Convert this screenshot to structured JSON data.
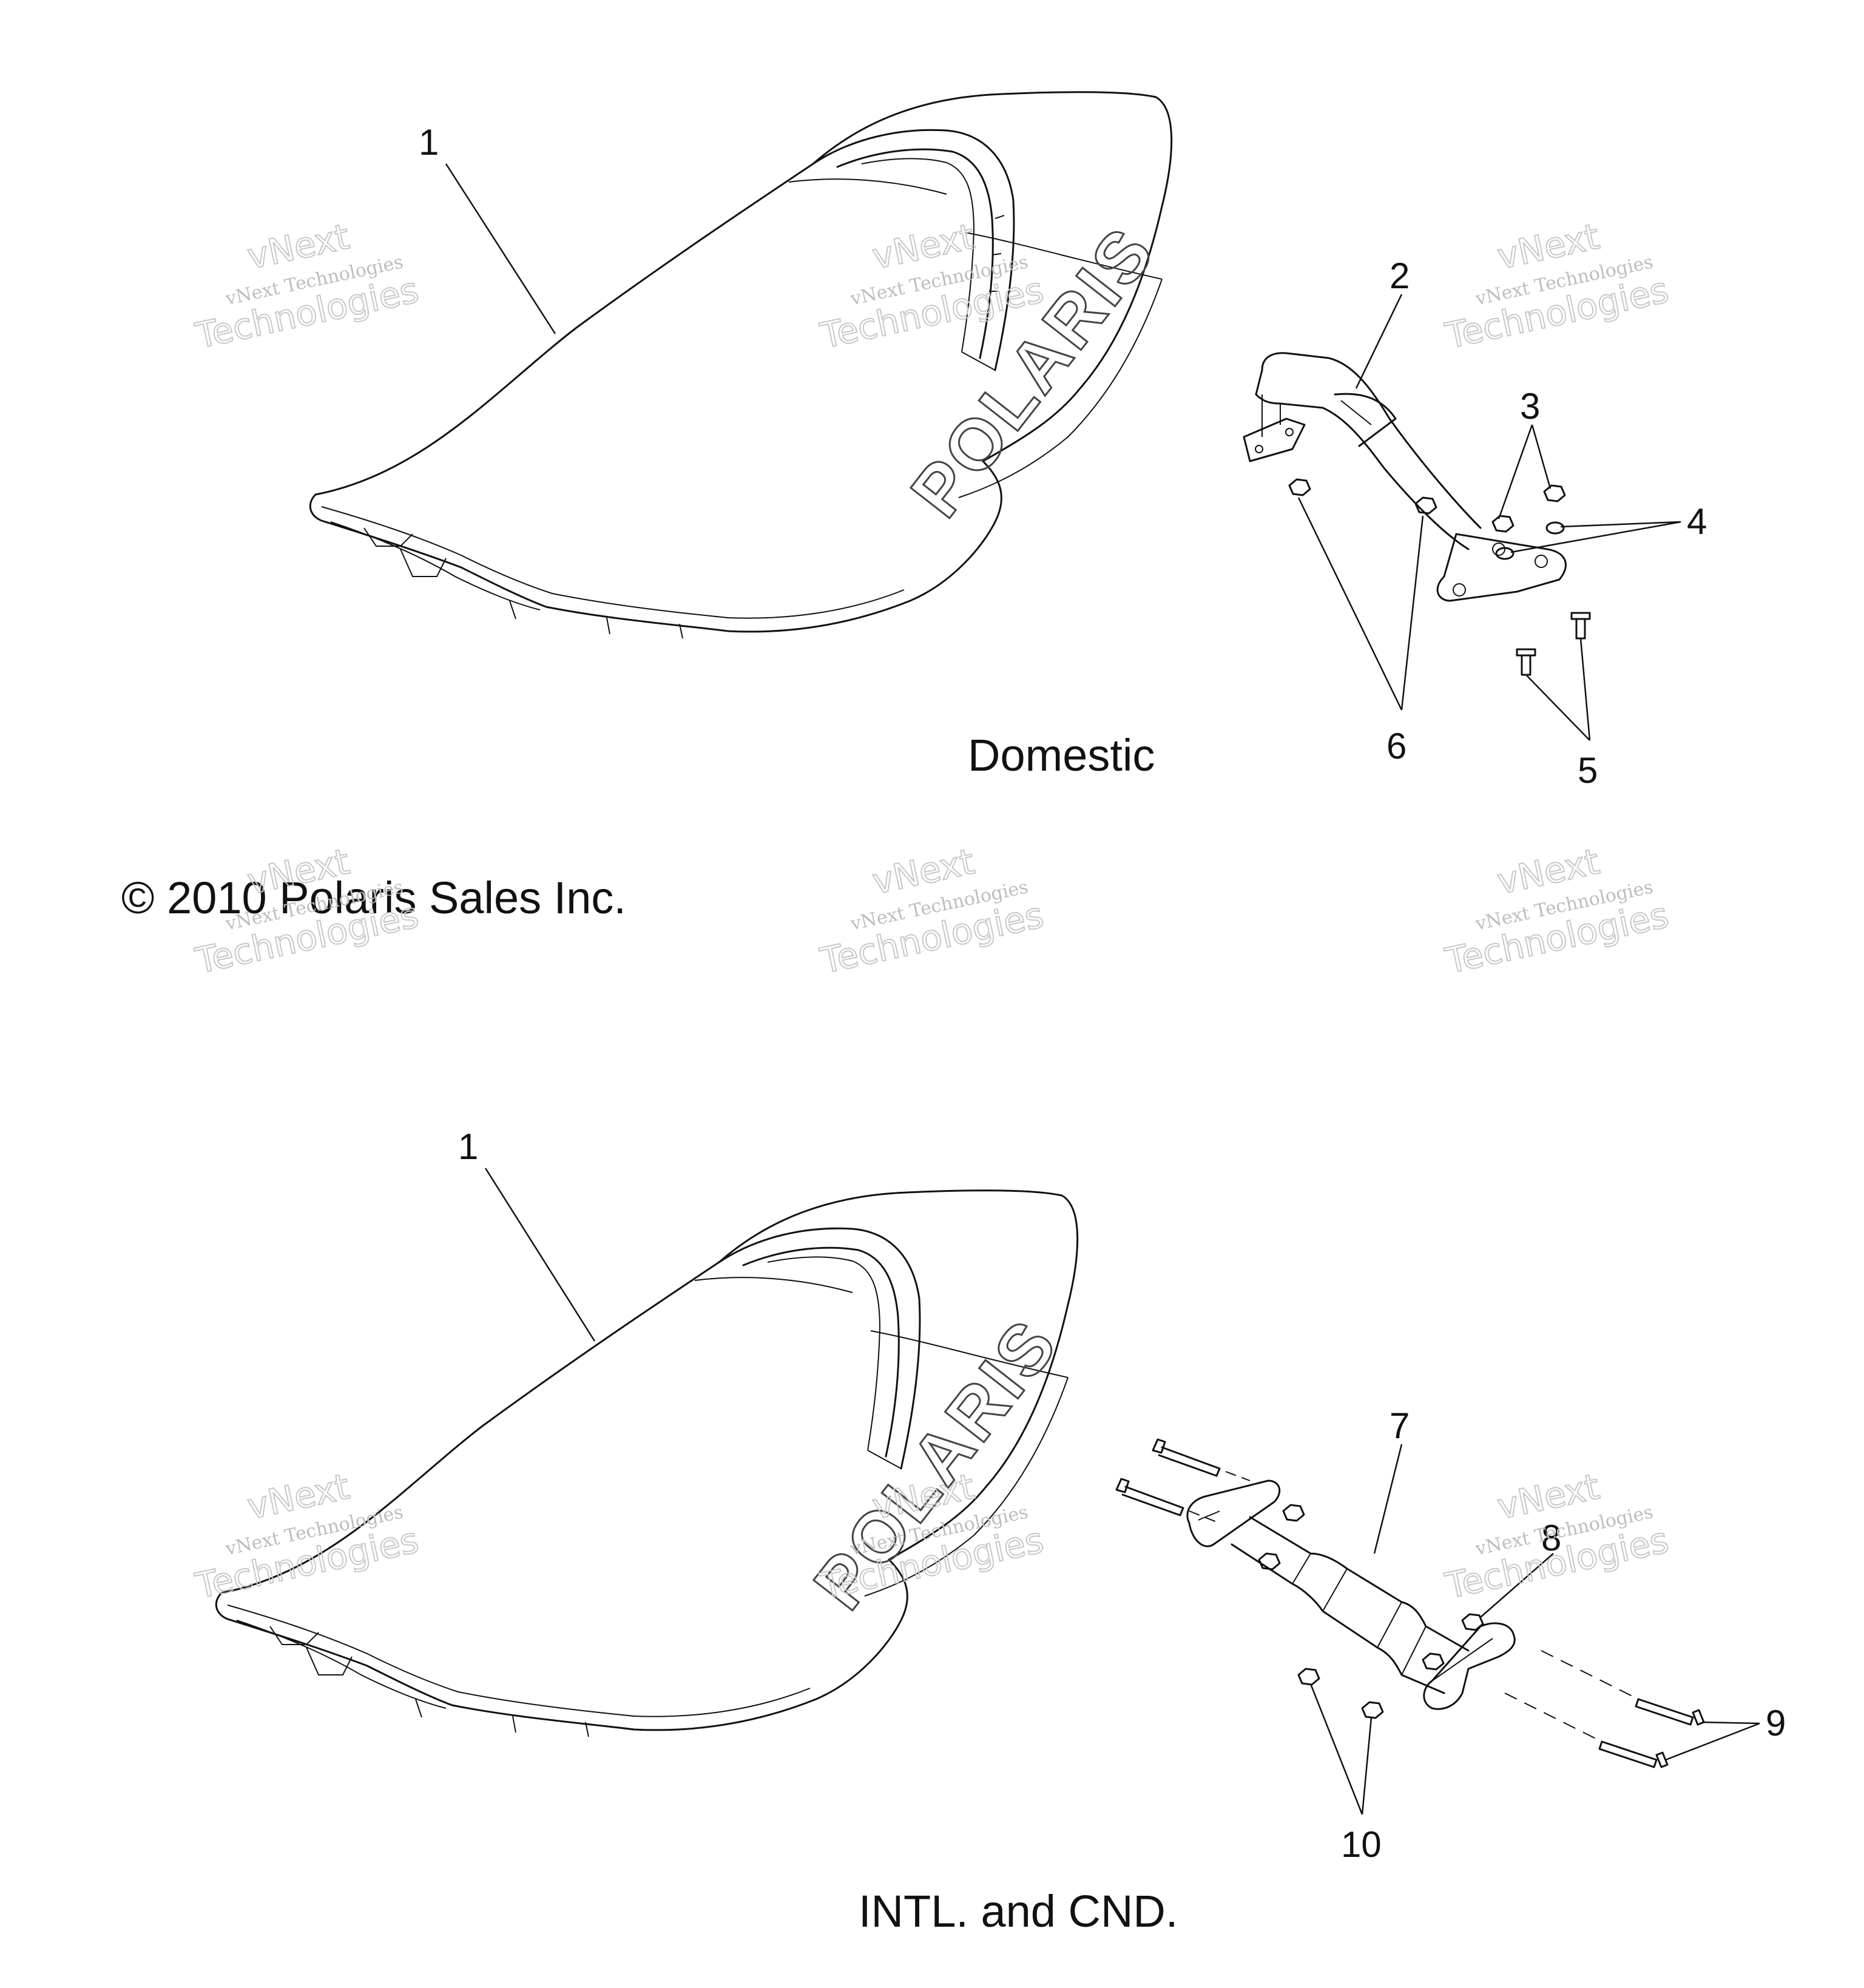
{
  "callouts": {
    "seat_top": "1",
    "rail_domestic": "2",
    "nuts_domestic": "3",
    "washers_domestic": "4",
    "bolts_domestic": "5",
    "nuts_left_domestic": "6",
    "seat_bottom": "1",
    "bracket_intl": "7",
    "nut_intl": "8",
    "bolts_intl": "9",
    "nuts_intl": "10"
  },
  "captions": {
    "domestic": "Domestic",
    "intl": "INTL. and CND.",
    "copyright": "© 2010 Polaris Sales Inc."
  },
  "brand": {
    "seat_logo": "POLARIS"
  },
  "watermark": {
    "line1": "vNext Technologies",
    "line2": "vNext",
    "line3": "Technologies"
  },
  "colors": {
    "line": "#111111",
    "watermark": "#c8c8c8",
    "background": "#ffffff"
  }
}
